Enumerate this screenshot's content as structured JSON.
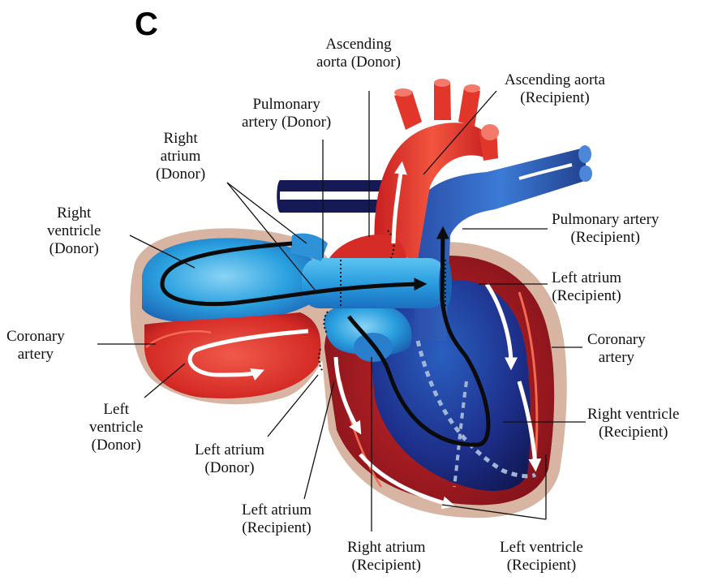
{
  "panel_letter": "C",
  "labels": {
    "ascending_aorta_donor": [
      "Ascending",
      "aorta (Donor)"
    ],
    "ascending_aorta_recipient": [
      "Ascending aorta",
      "(Recipient)"
    ],
    "pulmonary_artery_donor": [
      "Pulmonary",
      "artery (Donor)"
    ],
    "right_atrium_donor": [
      "Right",
      "atrium",
      "(Donor)"
    ],
    "right_ventricle_donor": [
      "Right",
      "ventricle",
      "(Donor)"
    ],
    "pulmonary_artery_recipient": [
      "Pulmonary artery",
      "(Recipient)"
    ],
    "left_atrium_recipient_right": [
      "Left atrium",
      "(Recipient)"
    ],
    "coronary_artery_left": [
      "Coronary",
      "artery"
    ],
    "coronary_artery_right": [
      "Coronary",
      "artery"
    ],
    "right_ventricle_recipient": [
      "Right ventricle",
      "(Recipient)"
    ],
    "left_ventricle_donor": [
      "Left",
      "ventricle",
      "(Donor)"
    ],
    "left_atrium_donor": [
      "Left atrium",
      "(Donor)"
    ],
    "left_atrium_recipient_bottom": [
      "Left atrium",
      "(Recipient)"
    ],
    "right_atrium_recipient": [
      "Right atrium",
      "(Recipient)"
    ],
    "left_ventricle_recipient": [
      "Left ventricle",
      "(Recipient)"
    ]
  },
  "colors": {
    "oxygenated": "#e2362b",
    "oxygenated_dark": "#a8141c",
    "deoxygenated": "#2f5fb8",
    "deoxygenated_dark": "#15216a",
    "pericardium": "#d9b8a6",
    "light_blue": "#3aa6e0"
  }
}
